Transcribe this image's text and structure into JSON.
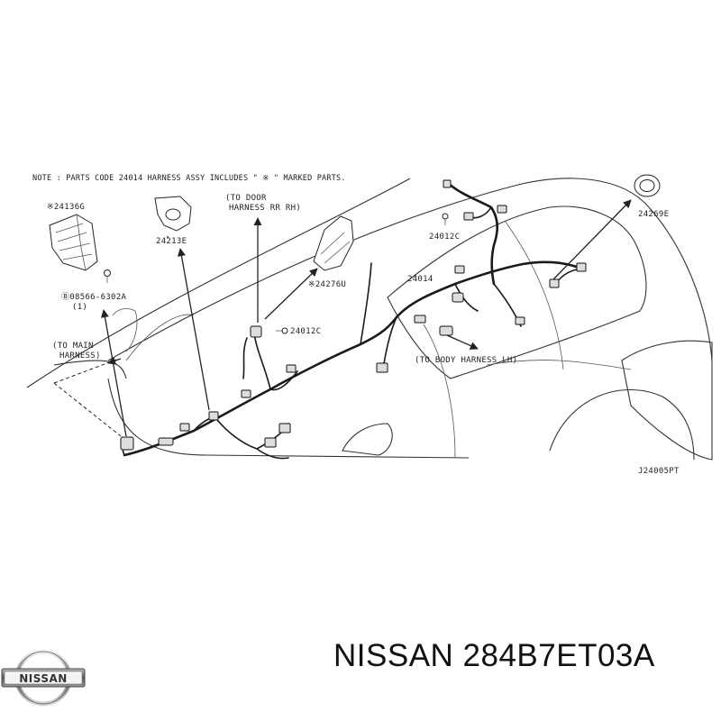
{
  "note": "NOTE : PARTS CODE 24014 HARNESS ASSY INCLUDES \" ※ \" MARKED PARTS.",
  "parts": {
    "p24136g": "※24136G",
    "p24213e": "24213E",
    "p24276u": "※24276U",
    "p24012c_top": "24012C",
    "p24012c_mid": "24012C",
    "p24014": "24014",
    "p24269e": "24269E",
    "bolt_code": "Ⓑ08566-6302A",
    "bolt_qty": "(1)"
  },
  "callouts": {
    "to_door_line1": "(TO DOOR",
    "to_door_line2": "HARNESS RR RH)",
    "to_main_line1": "(TO MAIN",
    "to_main_line2": "HARNESS)",
    "to_body": "(TO BODY HARNESS LH)"
  },
  "diagram_code": "J24005PT",
  "logo_text": "NISSAN",
  "brand_part_number": "NISSAN 284B7ET03A"
}
